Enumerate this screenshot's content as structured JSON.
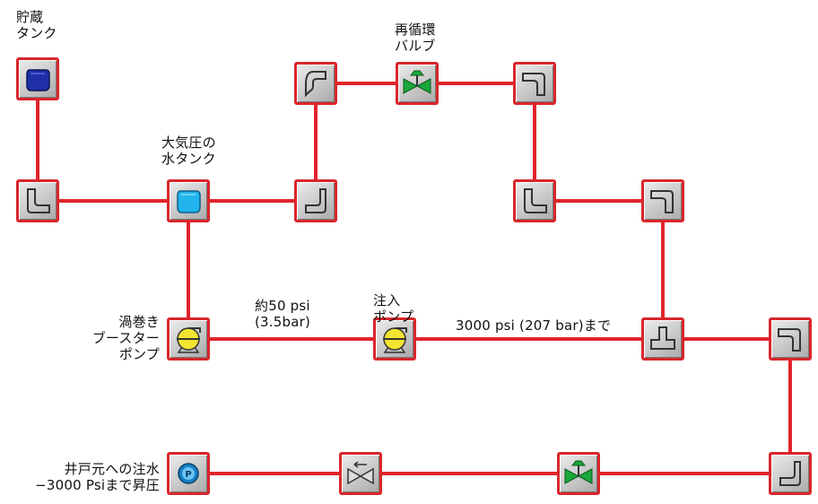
{
  "labels": {
    "storage_tank": [
      "貯蔵",
      "タンク"
    ],
    "atmospheric_tank": [
      "大気圧の",
      "水タンク"
    ],
    "recirc_valve": [
      "再循環",
      "バルブ"
    ],
    "booster_pump": [
      "渦巻き",
      "ブースター",
      "ポンプ"
    ],
    "injection_pump": [
      "注入",
      "ポンプ"
    ],
    "pressure_50": [
      "約50 psi",
      "(3.5bar)"
    ],
    "pressure_3000": "3000 psi (207 bar)まで",
    "wellhead": [
      "井戸元への注水",
      "−3000 Psiまで昇圧"
    ]
  },
  "colors": {
    "pipe": "#e2242b",
    "tank_storage": "#1f2fa8",
    "tank_atm": "#22b4ec",
    "pump": "#f2e430",
    "valve": "#19a73a",
    "gauge": "#1580c8"
  },
  "icons": {
    "storage_tank": "tank-icon",
    "elbow": "pipe-elbow-icon",
    "atmospheric_tank": "tank-icon",
    "recirc_valve": "control-valve-icon",
    "pump": "centrifugal-pump-icon",
    "tee": "pipe-tee-icon",
    "check_valve": "check-valve-icon",
    "control_valve": "control-valve-icon",
    "gauge": "pressure-gauge-icon"
  }
}
